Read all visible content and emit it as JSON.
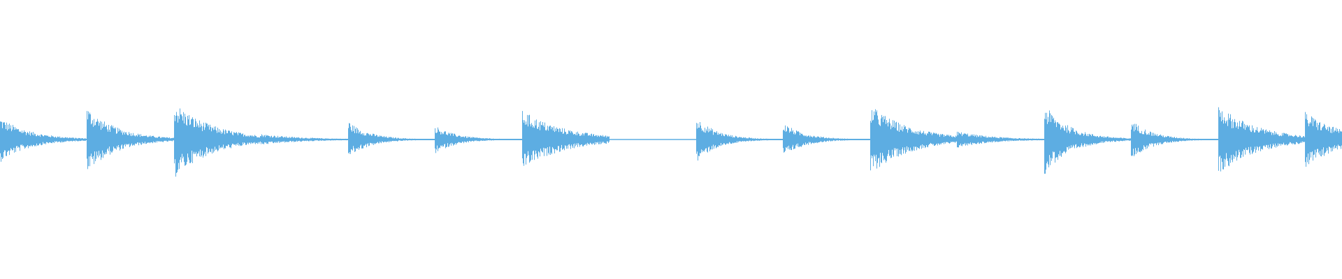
{
  "chart_data": {
    "type": "area",
    "description_of_axes": "",
    "title": "",
    "xlabel": "",
    "ylabel": "",
    "ylim": [
      -1,
      1
    ],
    "grid": false,
    "color": "#5dade2",
    "beat_count": 16,
    "hits": [
      {
        "beat": 0,
        "peak": 0.16,
        "decay_beats": 0.35
      },
      {
        "beat": 1,
        "peak": 0.23,
        "decay_beats": 0.35
      },
      {
        "beat": 2,
        "peak": 0.27,
        "decay_beats": 0.45
      },
      {
        "beat": 3,
        "peak": 0.04,
        "decay_beats": 0.5
      },
      {
        "beat": 4,
        "peak": 0.13,
        "decay_beats": 0.25
      },
      {
        "beat": 5,
        "peak": 0.1,
        "decay_beats": 0.25
      },
      {
        "beat": 6,
        "peak": 0.21,
        "decay_beats": 0.5
      },
      {
        "beat": 8,
        "peak": 0.16,
        "decay_beats": 0.25
      },
      {
        "beat": 9,
        "peak": 0.12,
        "decay_beats": 0.25
      },
      {
        "beat": 10,
        "peak": 0.25,
        "decay_beats": 0.45
      },
      {
        "beat": 11,
        "peak": 0.06,
        "decay_beats": 0.4
      },
      {
        "beat": 12,
        "peak": 0.25,
        "decay_beats": 0.3
      },
      {
        "beat": 13,
        "peak": 0.14,
        "decay_beats": 0.25
      },
      {
        "beat": 14,
        "peak": 0.25,
        "decay_beats": 0.45
      },
      {
        "beat": 15,
        "peak": 0.2,
        "decay_beats": 0.4
      }
    ]
  }
}
